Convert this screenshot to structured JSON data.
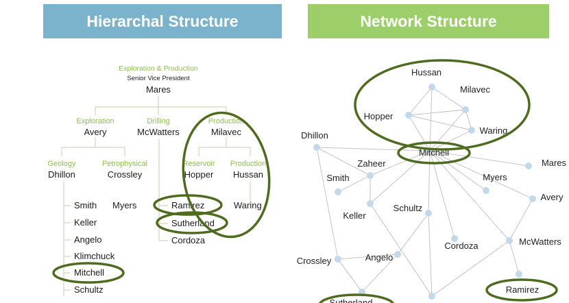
{
  "left": {
    "title": "Hierarchal Structure",
    "root_unit": "Exploration & Production",
    "root_role": "Senior Vice President",
    "root_name": "Mares",
    "exploration_unit": "Exploration",
    "exploration_name": "Avery",
    "drilling_unit": "Drilling",
    "drilling_name": "McWatters",
    "production_unit": "Production",
    "production_name": "Milavec",
    "geology_unit": "Geology",
    "geology_name": "Dhillon",
    "petro_unit": "Petrophysical",
    "petro_name": "Crossley",
    "reservoir_unit": "Reservoir",
    "reservoir_name": "Hopper",
    "production2_unit": "Production",
    "production2_name": "Hussan",
    "geology_members": [
      "Smith",
      "Keller",
      "Angelo",
      "Klimchuck",
      "Mitchell",
      "Schultz"
    ],
    "petro_member": "Myers",
    "drilling_members": [
      "Ramirez",
      "Sutherland",
      "Cordoza"
    ],
    "production2_member": "Waring"
  },
  "right": {
    "title": "Network Structure",
    "nodes": [
      "Hussan",
      "Milavec",
      "Hopper",
      "Waring",
      "Dhillon",
      "Mitchell",
      "Zaheer",
      "Mares",
      "Smith",
      "Myers",
      "Avery",
      "Keller",
      "Schultz",
      "Cordoza",
      "McWatters",
      "Angelo",
      "Crossley",
      "Ramirez",
      "Sutherland"
    ]
  }
}
